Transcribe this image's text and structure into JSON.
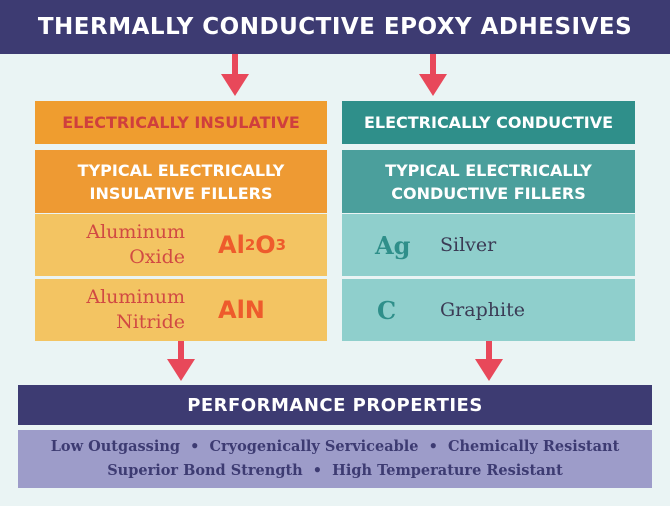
{
  "title": "THERMALLY CONDUCTIVE EPOXY ADHESIVES",
  "insulative": {
    "header": "ELECTRICALLY INSULATIVE",
    "fillers_title_line1": "TYPICAL ELECTRICALLY",
    "fillers_title_line2": "INSULATIVE FILLERS",
    "rows": [
      {
        "name_line1": "Aluminum",
        "name_line2": "Oxide",
        "formula_a": "Al",
        "formula_a_sub": "2",
        "formula_b": "O",
        "formula_b_sub": "3"
      },
      {
        "name_line1": "Aluminum",
        "name_line2": "Nitride",
        "formula": "AlN"
      }
    ]
  },
  "conductive": {
    "header": "ELECTRICALLY CONDUCTIVE",
    "fillers_title_line1": "TYPICAL ELECTRICALLY",
    "fillers_title_line2": "CONDUCTIVE FILLERS",
    "rows": [
      {
        "symbol": "Ag",
        "name": "Silver"
      },
      {
        "symbol": "C",
        "name": "Graphite"
      }
    ]
  },
  "performance": {
    "title": "PERFORMANCE PROPERTIES",
    "line1": "Low Outgassing  •  Cryogenically Serviceable  •  Chemically Resistant",
    "line2": "Superior Bond Strength  •  High Temperature Resistant"
  },
  "colors": {
    "navy": "#3d3b72",
    "orange": "#ef9d2f",
    "teal": "#2f8f8a",
    "arrow_red": "#e8485a"
  }
}
